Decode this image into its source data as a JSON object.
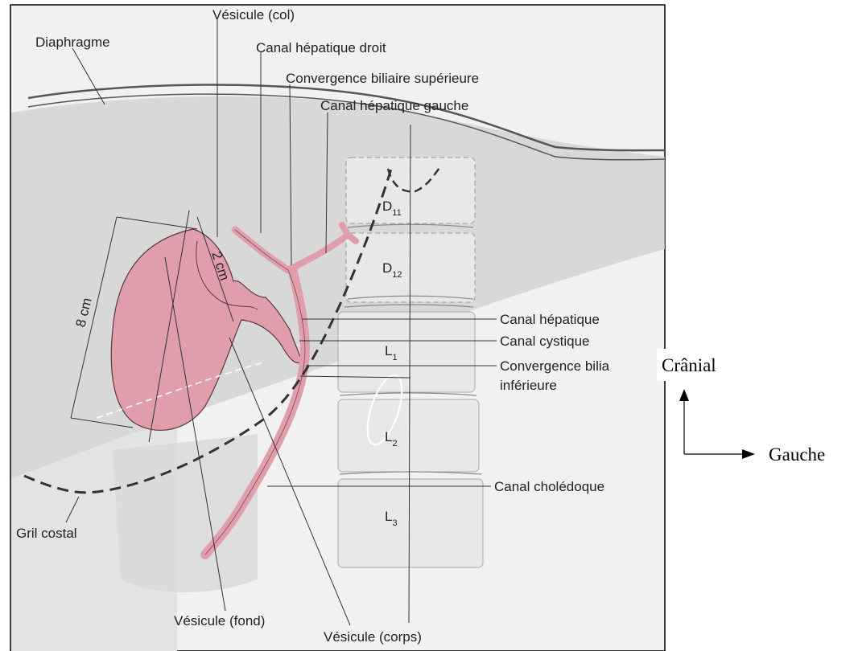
{
  "labels": {
    "vesicule_col": "Vésicule (col)",
    "diaphragme": "Diaphragme",
    "canal_hepatique_droit": "Canal hépatique droit",
    "convergence_sup": "Convergence biliaire supérieure",
    "canal_hepatique_gauche": "Canal hépatique gauche",
    "canal_hepatique": "Canal hépatique",
    "canal_cystique": "Canal cystique",
    "convergence_inf_1": "Convergence bilia",
    "convergence_inf_2": "inférieure",
    "canal_choledoque": "Canal cholédoque",
    "gril_costal": "Gril costal",
    "vesicule_fond": "Vésicule (fond)",
    "vesicule_corps": "Vésicule (corps)"
  },
  "measurements": {
    "length_8": "8 cm",
    "length_2": "2 cm"
  },
  "vertebrae": [
    {
      "letter": "D",
      "sub": "11"
    },
    {
      "letter": "D",
      "sub": "12"
    },
    {
      "letter": "L",
      "sub": "1"
    },
    {
      "letter": "L",
      "sub": "2"
    },
    {
      "letter": "L",
      "sub": "3"
    }
  ],
  "orientation": {
    "up": "Crânial",
    "right": "Gauche"
  },
  "colors": {
    "gallbladder": "#e0a2b0",
    "liver": "#d2d2d2",
    "spine": "#e6e6e6",
    "background": "#ffffff"
  }
}
